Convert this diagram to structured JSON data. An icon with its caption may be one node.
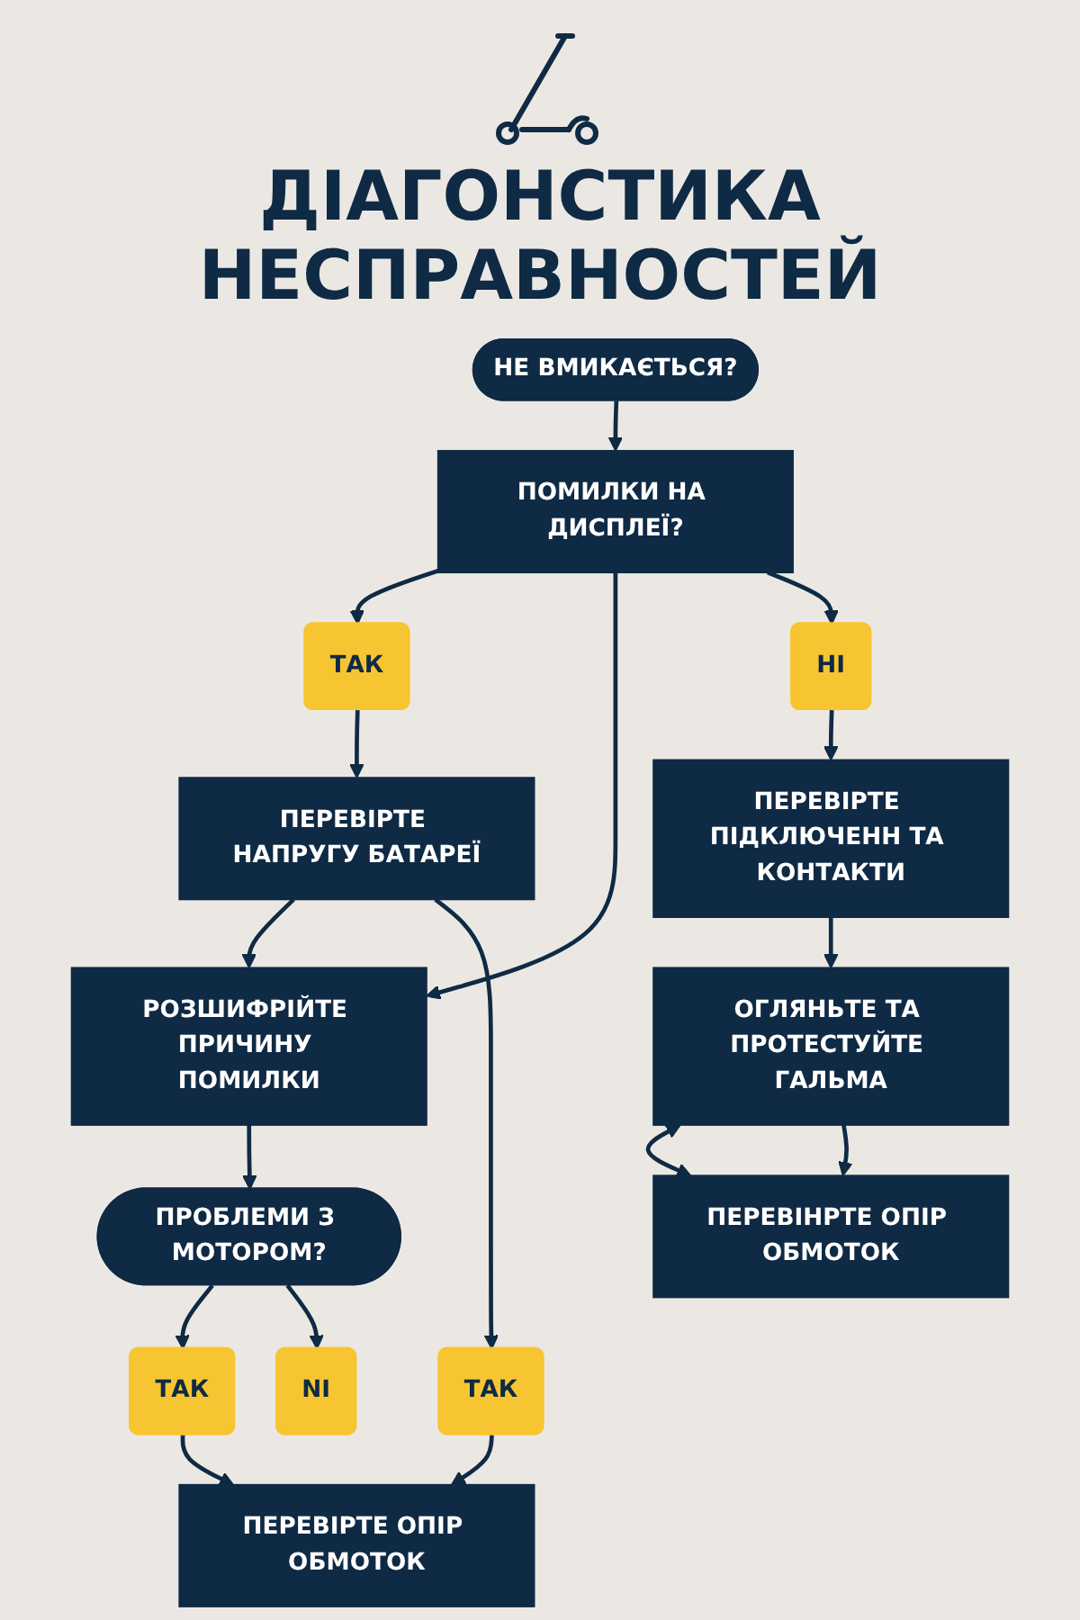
{
  "diagram": {
    "title": "ДІАГОНСТИКА НЕСПРАВНОСТЕЙ",
    "nodes": [
      {
        "text": [
          "НЕ ВМИКАЄТЬСЯ?"
        ]
      },
      {
        "text": [
          "ПОМИЛКИ НА ДИСПЛЕЇ?"
        ]
      },
      {
        "text": [
          "ТАК"
        ]
      },
      {
        "text": [
          "НІ"
        ]
      },
      {
        "text": [
          "РОЗШИФРІЙТЕ ПРИЧИНУ ПОМИЛКИ"
        ]
      },
      {
        "text": [
          "ПЕРЕВІРТЕ НАПРУГУ БАТАРЕЇ"
        ]
      },
      {
        "text": [
          "ПРОБЛЕМИ З МОТОРОМ?"
        ]
      },
      {
        "text": [
          "ПЕРЕВІРТЕ ПІДКЛЮЧЕНН ТА КОНТАКТИ"
        ]
      },
      {
        "text": [
          "ТАК"
        ]
      },
      {
        "text": [
          "ТАК"
        ]
      },
      {
        "text": [
          "NI"
        ]
      },
      {
        "text": [
          "ПЕРЕВІРТЕ ОПІР ОБМОТОК"
        ]
      },
      {
        "text": [
          "ОГЛЯНЬТЕ ТА ПРОТЕСТУЙТЕ ГАЛЬМА"
        ]
      },
      {
        "text": [
          "ПЕРЕВІНРТЕ ОПІР ОБМОТОК"
        ]
      }
    ],
    "edges": [
      {
        "from": 0,
        "to": 1,
        "arrow": "to"
      },
      {
        "from": 1,
        "to": 2,
        "arrow": "to"
      },
      {
        "from": 1,
        "to": 4,
        "arrow": "to"
      },
      {
        "from": 1,
        "to": 3,
        "arrow": "to"
      },
      {
        "from": 2,
        "to": 5,
        "arrow": "to"
      },
      {
        "from": 5,
        "to": 4,
        "arrow": "to"
      },
      {
        "from": 3,
        "to": 7,
        "arrow": "to"
      },
      {
        "from": 4,
        "to": 6,
        "arrow": "to"
      },
      {
        "from": 5,
        "to": 8,
        "arrow": "to"
      },
      {
        "from": 6,
        "to": 9,
        "arrow": "to"
      },
      {
        "from": 6,
        "to": 10,
        "arrow": "to"
      },
      {
        "from": 8,
        "to": 11,
        "arrow": "to"
      },
      {
        "from": 9,
        "to": 11,
        "arrow": "to"
      },
      {
        "from": 7,
        "to": 12,
        "arrow": "to"
      },
      {
        "from": 12,
        "to": 13,
        "arrow": "both"
      },
      {
        "from": 12,
        "to": 13,
        "arrow": "to"
      }
    ]
  }
}
